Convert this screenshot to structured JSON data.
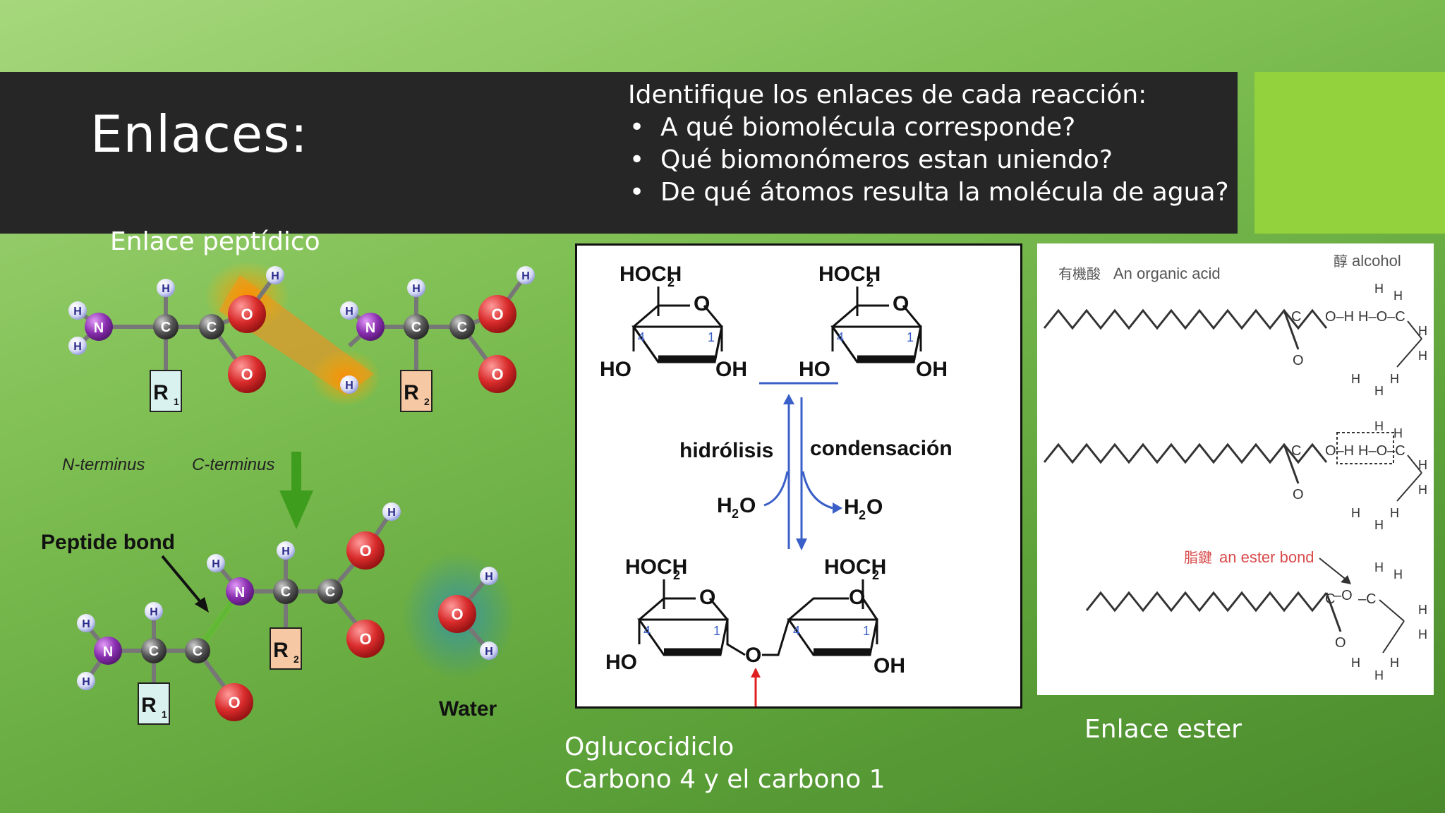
{
  "slide": {
    "title": "Enlaces:",
    "questions": {
      "heading": "Identifique los enlaces de cada reacción:",
      "items": [
        "A qué biomolécula corresponde?",
        "Qué biomonómeros estan uniendo?",
        "De qué átomos resulta la molécula de agua?"
      ]
    }
  },
  "peptide": {
    "caption": "Enlace peptídico",
    "n_terminus": "N-terminus",
    "c_terminus": "C-terminus",
    "peptide_bond": "Peptide bond",
    "water": "Water",
    "r1": "R",
    "r1_sub": "1",
    "r2": "R",
    "r2_sub": "2"
  },
  "glycosidic": {
    "hoch2": "HOCH",
    "hoch2_sub": "2",
    "ho": "HO",
    "oh": "OH",
    "ring_o": "O",
    "pos4": "4",
    "pos1": "1",
    "hidrolisis": "hidrólisis",
    "condensacion": "condensación",
    "water_h": "H",
    "water_sub": "2",
    "water_o": "O",
    "caption_line1": "Oglucocidiclo",
    "caption_line2": "Carbono 4 y el carbono 1"
  },
  "ester": {
    "organic_acid_cn": "有機酸",
    "organic_acid": "An organic acid",
    "alcohol_cn": "醇",
    "alcohol": "alcohol",
    "ester_bond_cn": "脂鍵",
    "ester_bond": "an ester bond",
    "caption": "Enlace ester"
  },
  "colors": {
    "title_bar": "#262626",
    "accent": "#93d13d",
    "oxygen": "#d92b2b",
    "nitrogen": "#8a2fb0",
    "carbon": "#555555",
    "hydrogen": "#5a63c4",
    "arrow_green": "#3f9d1e"
  }
}
